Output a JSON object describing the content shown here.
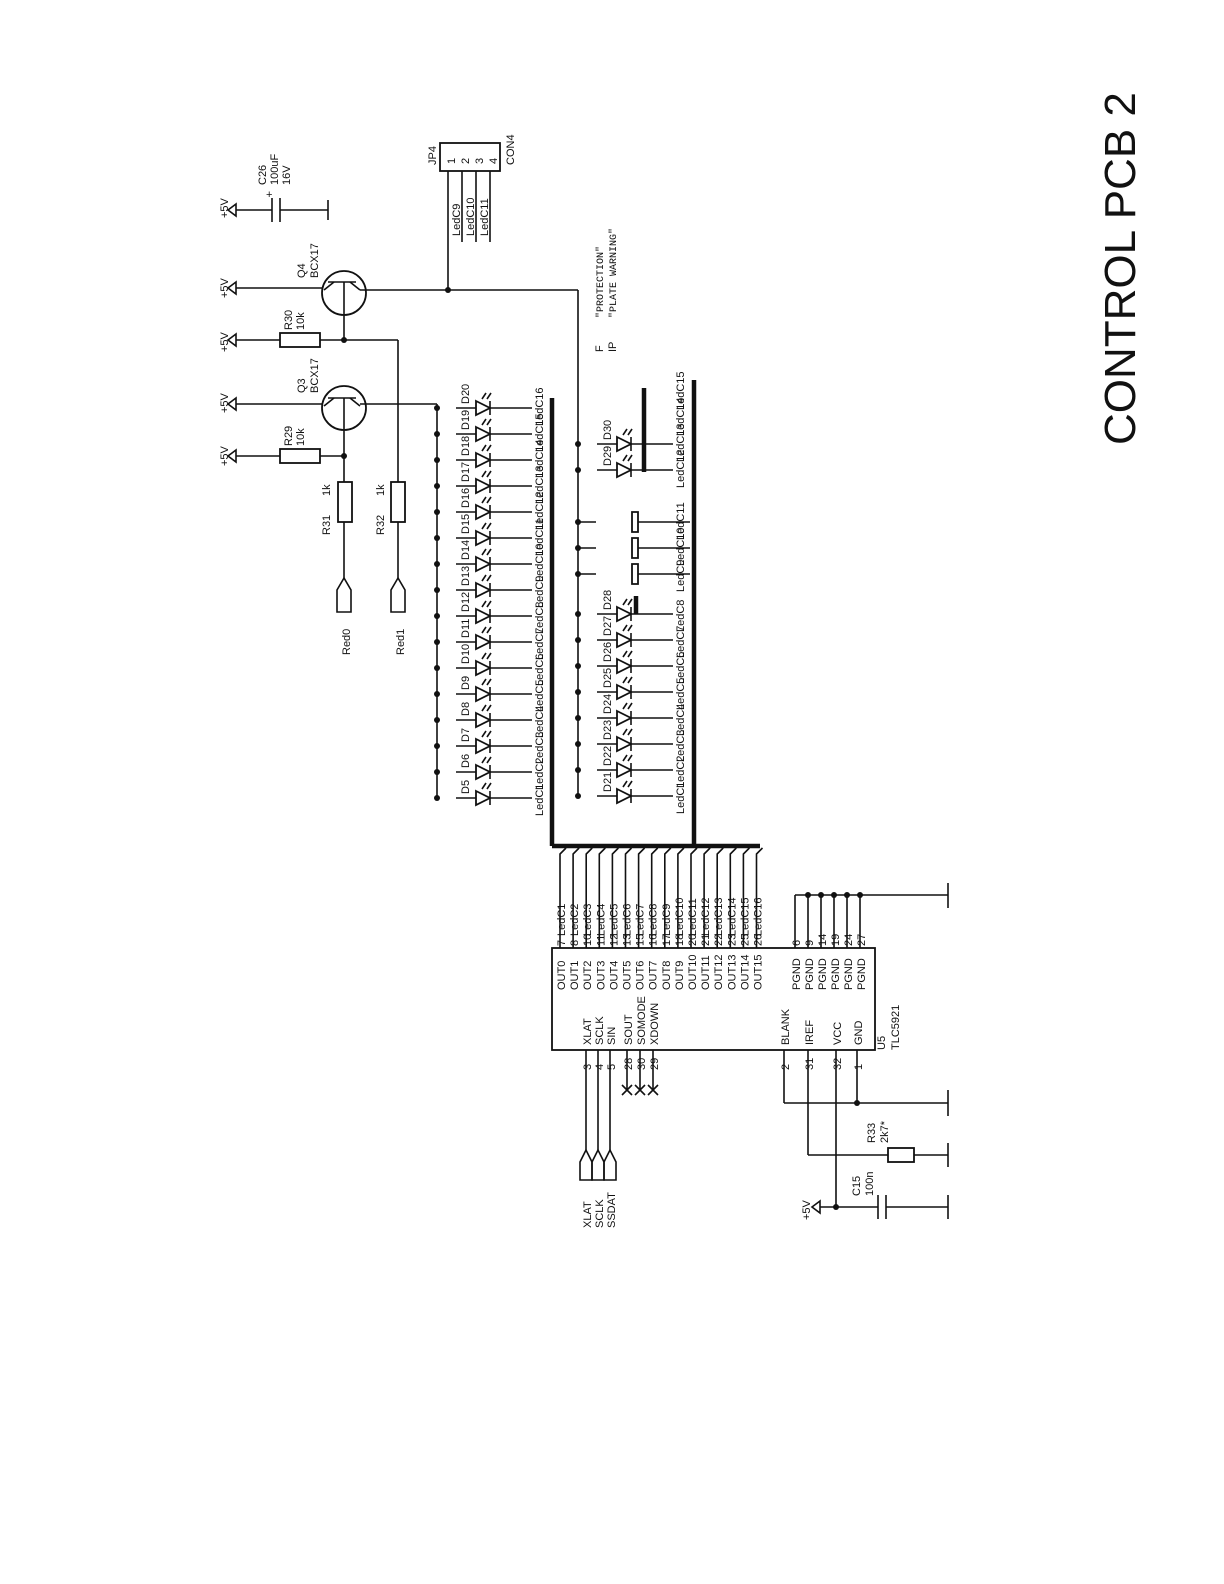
{
  "title": "CONTROL PCB 2",
  "power_label": "+5V",
  "ic": {
    "ref": "U5",
    "part": "TLC5921",
    "left_pins": [
      {
        "num": "3",
        "name": "XLAT",
        "nc": false
      },
      {
        "num": "4",
        "name": "SCLK",
        "nc": false
      },
      {
        "num": "5",
        "name": "SIN",
        "nc": false
      },
      {
        "num": "28",
        "name": "SOUT",
        "nc": true
      },
      {
        "num": "30",
        "name": "SOMODE",
        "nc": true
      },
      {
        "num": "29",
        "name": "XDOWN",
        "nc": true
      }
    ],
    "right_pins": [
      {
        "num": "2",
        "name": "BLANK"
      },
      {
        "num": "31",
        "name": "IREF"
      },
      {
        "num": "32",
        "name": "VCC"
      },
      {
        "num": "1",
        "name": "GND"
      }
    ],
    "out_pins": [
      {
        "num": "7",
        "name": "OUT0",
        "net": "LedC1"
      },
      {
        "num": "8",
        "name": "OUT1",
        "net": "LedC2"
      },
      {
        "num": "10",
        "name": "OUT2",
        "net": "LedC3"
      },
      {
        "num": "11",
        "name": "OUT3",
        "net": "LedC4"
      },
      {
        "num": "12",
        "name": "OUT4",
        "net": "LedC5"
      },
      {
        "num": "13",
        "name": "OUT5",
        "net": "LedC6"
      },
      {
        "num": "15",
        "name": "OUT6",
        "net": "LedC7"
      },
      {
        "num": "16",
        "name": "OUT7",
        "net": "LedC8"
      },
      {
        "num": "17",
        "name": "OUT8",
        "net": "LedC9"
      },
      {
        "num": "18",
        "name": "OUT9",
        "net": "LedC10"
      },
      {
        "num": "20",
        "name": "OUT10",
        "net": "LedC11"
      },
      {
        "num": "21",
        "name": "OUT11",
        "net": "LedC12"
      },
      {
        "num": "22",
        "name": "OUT12",
        "net": "LedC13"
      },
      {
        "num": "23",
        "name": "OUT13",
        "net": "LedC14"
      },
      {
        "num": "25",
        "name": "OUT14",
        "net": "LedC15"
      },
      {
        "num": "26",
        "name": "OUT15",
        "net": "LedC16"
      }
    ],
    "pgnd_pins": [
      {
        "num": "6",
        "name": "PGND"
      },
      {
        "num": "9",
        "name": "PGND"
      },
      {
        "num": "14",
        "name": "PGND"
      },
      {
        "num": "19",
        "name": "PGND"
      },
      {
        "num": "24",
        "name": "PGND"
      },
      {
        "num": "27",
        "name": "PGND"
      }
    ]
  },
  "serial_inputs": [
    "XLAT",
    "SCLK",
    "SSDAT"
  ],
  "leds_red": [
    "D5",
    "D6",
    "D7",
    "D8",
    "D9",
    "D10",
    "D11",
    "D12",
    "D13",
    "D14",
    "D15",
    "D16",
    "D17",
    "D18",
    "D19",
    "D20"
  ],
  "leds_red_nets": [
    "LedC1",
    "LedC2",
    "LedC3",
    "LedC4",
    "LedC5",
    "LedC6",
    "LedC7",
    "LedC8",
    "LedC9",
    "LedC10",
    "LedC11",
    "LedC12",
    "LedC13",
    "LedC14",
    "LedC15",
    "LedC16"
  ],
  "leds_green": [
    "D21",
    "D22",
    "D23",
    "D24",
    "D25",
    "D26",
    "D27",
    "D28",
    "D29",
    "D30"
  ],
  "leds_green_nets": [
    "LedC1",
    "LedC2",
    "LedC3",
    "LedC4",
    "LedC5",
    "LedC6",
    "LedC7",
    "LedC8",
    "LedC9",
    "LedC10",
    "LedC11",
    "LedC12",
    "LedC13",
    "LedC14",
    "LedC15"
  ],
  "transistors": [
    {
      "ref": "Q3",
      "part": "BCX17"
    },
    {
      "ref": "Q4",
      "part": "BCX17"
    }
  ],
  "resistors": [
    {
      "ref": "R29",
      "value": "10k"
    },
    {
      "ref": "R30",
      "value": "10k"
    },
    {
      "ref": "R31",
      "value": "1k"
    },
    {
      "ref": "R32",
      "value": "1k"
    },
    {
      "ref": "R33",
      "value": "2k7*"
    }
  ],
  "capacitors": [
    {
      "ref": "C26",
      "value1": "100uF",
      "value2": "16V",
      "polarity": "+"
    },
    {
      "ref": "C15",
      "value1": "100n"
    }
  ],
  "nets": {
    "red0": "Red0",
    "red1": "Red1"
  },
  "connector": {
    "ref": "JP4",
    "name": "CON4",
    "pins": [
      "1",
      "2",
      "3",
      "4"
    ],
    "nets": [
      "LedC9",
      "LedC10",
      "LedC11"
    ]
  },
  "notes": [
    {
      "key": "F",
      "text": "\"PROTECTION\""
    },
    {
      "key": "IP",
      "text": "\"PLATE WARNING\""
    }
  ]
}
